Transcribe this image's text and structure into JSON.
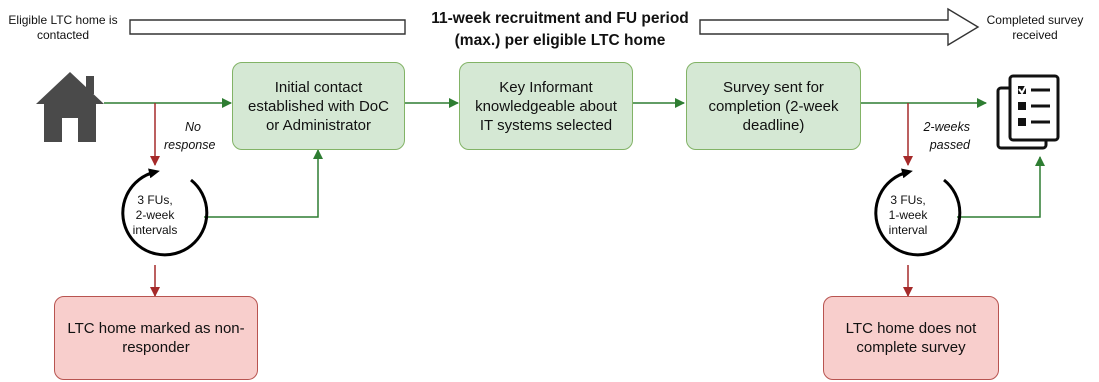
{
  "header": {
    "start_label": "Eligible LTC home is contacted",
    "title_line1": "11-week recruitment and FU period",
    "title_line2": "(max.) per eligible LTC home",
    "end_label": "Completed survey received"
  },
  "steps": {
    "initial_contact": "Initial contact established with DoC or Administrator",
    "key_informant": "Key Informant knowledgeable about IT systems selected",
    "survey_sent": "Survey sent for completion (2-week deadline)"
  },
  "loops": {
    "left": {
      "line1": "3 FUs,",
      "line2": "2-week",
      "line3": "intervals"
    },
    "right": {
      "line1": "3 FUs,",
      "line2": "1-week",
      "line3": "interval"
    }
  },
  "notes": {
    "no_response_1": "No",
    "no_response_2": "response",
    "passed_1": "2-weeks",
    "passed_2": "passed"
  },
  "outcomes": {
    "non_responder": "LTC home marked as non-responder",
    "not_complete": "LTC home does not complete survey"
  },
  "colors": {
    "green_fill": "#d5e8d4",
    "green_stroke": "#82b366",
    "red_fill": "#f8cecc",
    "red_stroke": "#b85450",
    "flow_arrow": "#2e7d32",
    "fail_arrow": "#a52a2a"
  }
}
